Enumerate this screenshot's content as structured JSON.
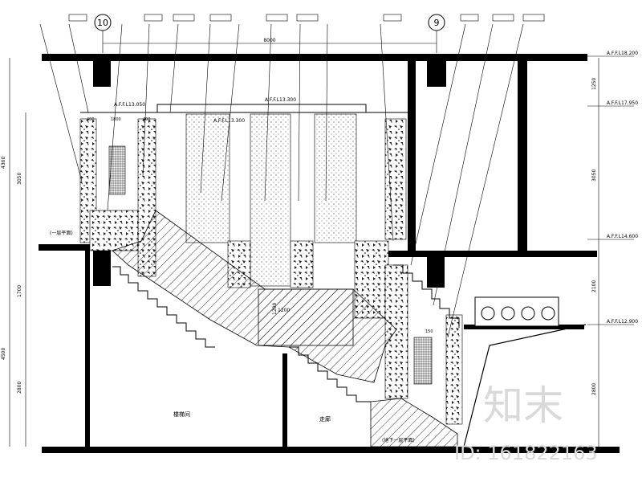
{
  "grid_markers": {
    "left": "10",
    "right": "9"
  },
  "overall_dimension": "8000",
  "elevations": {
    "top": "A.F.F.L18.200",
    "e2": "A.F.F.L17.950",
    "mid": "A.F.F.L14.600",
    "low": "A.F.F.L12.900"
  },
  "left_elevations": {
    "top": "A.F.F.L13.050",
    "ceiling": "A.F.F.L13.300",
    "ceiling_inner": "A.F.F.L13.300"
  },
  "right_dimensions": [
    "1250",
    "3050",
    "2100",
    "2800"
  ],
  "left_dimensions": [
    "4300",
    "3050",
    "1700",
    "4500",
    "2800"
  ],
  "room_labels": {
    "stair_hall": "楼梯间",
    "corridor": "走廊"
  },
  "floor_tags": {
    "left": "(一层平面)",
    "bottom": "(地下一层平面)"
  },
  "landing_dims": {
    "width": "1200",
    "depth": "1200"
  },
  "small_dims": [
    "400",
    "1800",
    "400",
    "150"
  ],
  "watermark": {
    "brand": "知末",
    "id": "ID: 161822163"
  }
}
